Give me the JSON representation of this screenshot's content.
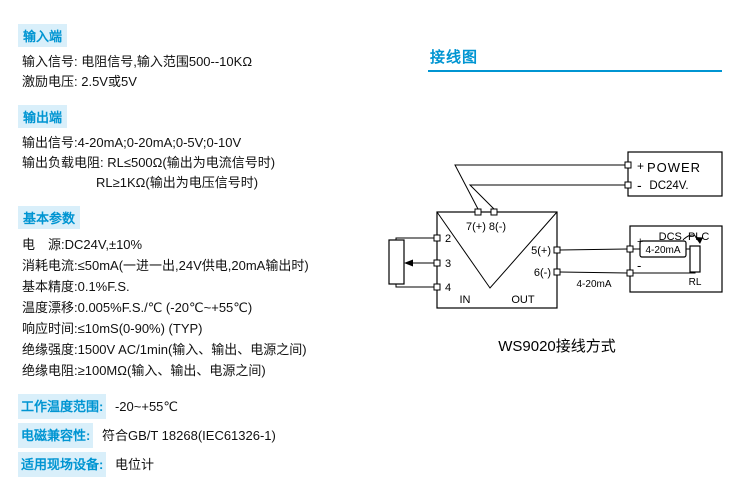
{
  "colors": {
    "accent": "#0095d2",
    "highlight": "#d9effa",
    "ink": "#111111"
  },
  "specs": {
    "input": {
      "header": "输入端",
      "lines": [
        "输入信号: 电阻信号,输入范围500--10KΩ",
        "激励电压:  2.5V或5V"
      ]
    },
    "output": {
      "header": "输出端",
      "lines": [
        "输出信号:4-20mA;0-20mA;0-5V;0-10V",
        "输出负载电阻: RL≤500Ω(输出为电流信号时)",
        "RL≥1KΩ(输出为电压信号时)"
      ]
    },
    "basic": {
      "header": "基本参数",
      "lines": [
        "电　源:DC24V,±10%",
        "消耗电流:≤50mA(一进一出,24V供电,20mA输出时)",
        "基本精度:0.1%F.S.",
        "温度漂移:0.005%F.S./℃ (-20℃~+55℃)",
        "响应时间:≤10mS(0-90%) (TYP)",
        "绝缘强度:1500V AC/1min(输入、输出、电源之间)",
        "绝缘电阻:≥100MΩ(输入、输出、电源之间)"
      ]
    },
    "footer_rows": [
      {
        "label": "工作温度范围:",
        "value": "-20~+55℃"
      },
      {
        "label": "电磁兼容性:",
        "value": "符合GB/T 18268(IEC61326-1)"
      },
      {
        "label": "适用现场设备:",
        "value": "电位计"
      }
    ]
  },
  "wiring": {
    "title": "接线图",
    "caption": "WS9020接线方式",
    "device": {
      "power_terminals": "7(+) 8(-)",
      "terminal_2": "2",
      "terminal_3": "3",
      "terminal_4": "4",
      "terminal_5": "5(+)",
      "terminal_6": "6(-)",
      "in_label": "IN",
      "out_label": "OUT"
    },
    "power_box": {
      "title": "POWER",
      "subtitle": "DC24V.",
      "plus": "+",
      "minus": "-"
    },
    "dcs_box": {
      "title": "DCS. PLC",
      "plus": "+",
      "minus": "-",
      "meter": "4-20mA",
      "load": "RL"
    },
    "wire_label": "4-20mA"
  }
}
